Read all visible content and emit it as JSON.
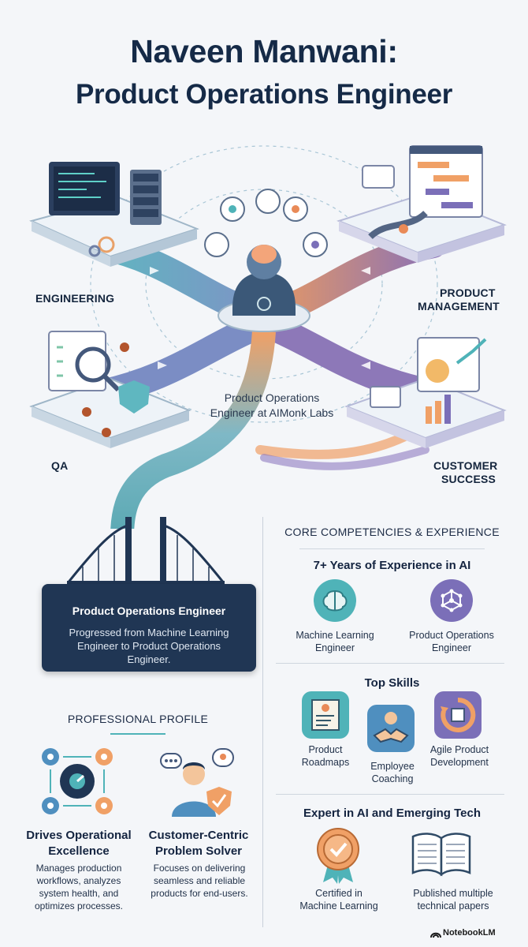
{
  "title_line1": "Naveen Manwani:",
  "title_line2": "Product Operations Engineer",
  "hubs": {
    "engineering": "ENGINEERING",
    "product_line1": "PRODUCT",
    "product_line2": "MANAGEMENT",
    "qa": "QA",
    "cs_line1": "CUSTOMER",
    "cs_line2": "SUCCESS"
  },
  "center": {
    "line1": "Product Operations",
    "line2": "Engineer at AIMonk Labs"
  },
  "role_card": {
    "heading": "Product Operations Engineer",
    "body": "Progressed from Machine Learning Engineer to Product Operations Engineer."
  },
  "core": {
    "title": "CORE COMPETENCIES & EXPERIENCE",
    "experience_title": "7+ Years of Experience in AI",
    "role_ml_line1": "Machine Learning",
    "role_ml_line2": "Engineer",
    "role_po_line1": "Product Operations",
    "role_po_line2": "Engineer",
    "skills_title": "Top Skills",
    "skill1_line1": "Product",
    "skill1_line2": "Roadmaps",
    "skill2_line1": "Employee",
    "skill2_line2": "Coaching",
    "skill3_line1": "Agile Product",
    "skill3_line2": "Development",
    "expert_title": "Expert in AI and Emerging Tech",
    "cert_line1": "Certified in",
    "cert_line2": "Machine Learning",
    "papers_line1": "Published multiple",
    "papers_line2": "technical papers"
  },
  "profile": {
    "title": "PROFESSIONAL PROFILE",
    "ops_head1": "Drives Operational",
    "ops_head2": "Excellence",
    "ops_body": "Manages production workflows, analyzes system health, and optimizes processes.",
    "cust_head1": "Customer-Centric",
    "cust_head2": "Problem Solver",
    "cust_body": "Focuses on delivering seamless and reliable products for end-users."
  },
  "brand": "NotebookLM",
  "colors": {
    "navy": "#203654",
    "teal": "#4fb3b8",
    "orange": "#f0a066",
    "purple": "#7b6fb8",
    "background": "#f4f6f9"
  }
}
